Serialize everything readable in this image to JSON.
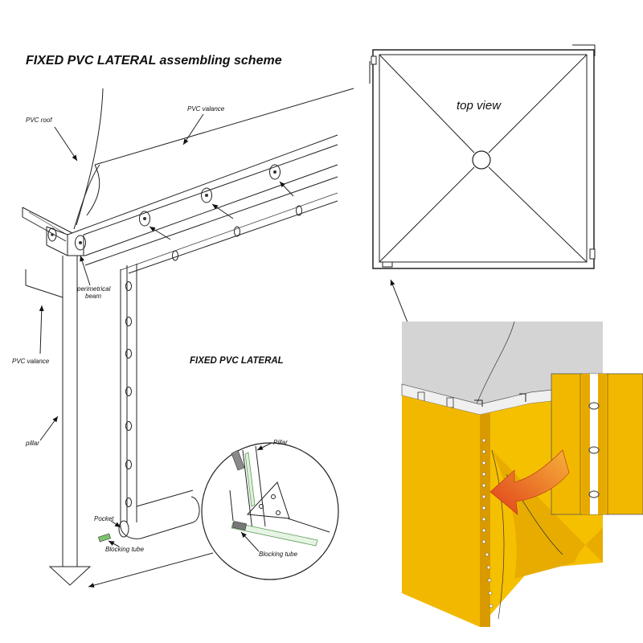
{
  "title": "FIXED PVC LATERAL assembling scheme",
  "subtitle": "FIXED PVC LATERAL",
  "top_view_label": "top view",
  "labels": {
    "pvc_roof": "PVC roof",
    "pvc_valance_top": "PVC valance",
    "pvc_valance_left": "PVC valance",
    "perimetrical_beam_1": "perimetrical",
    "perimetrical_beam_2": "beam",
    "pillar": "pillar",
    "pocket": "Pocket",
    "blocking_tube": "Blocking tube",
    "pillar_detail": "Pillar",
    "blocking_tube_detail": "Blocking tube"
  },
  "colors": {
    "yellow": "#f2b800",
    "yellow_dark": "#d99a00",
    "roof_grey": "#d4d4d4",
    "arrow_red": "#e0401a",
    "arrow_orange": "#f39a1e"
  }
}
